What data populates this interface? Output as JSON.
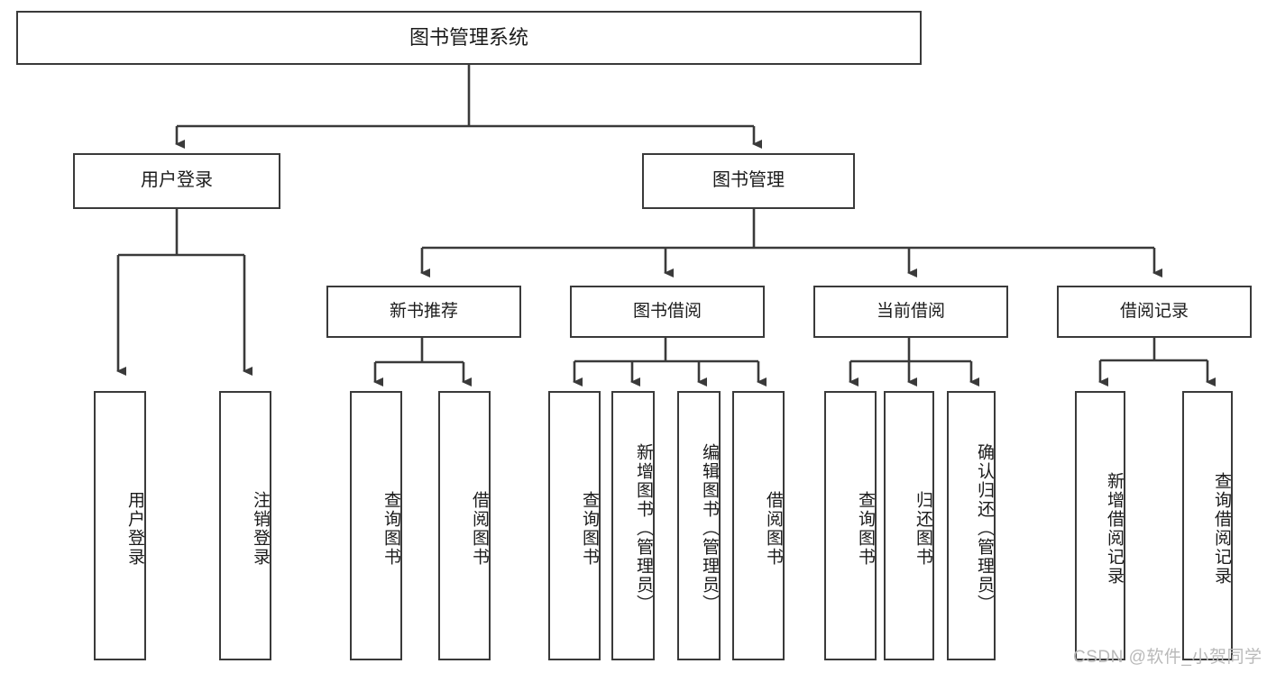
{
  "diagram": {
    "title": "图书管理系统",
    "type": "hierarchy-tree",
    "root": {
      "label": "图书管理系统"
    },
    "level1": [
      {
        "label": "用户登录"
      },
      {
        "label": "图书管理"
      }
    ],
    "level2": [
      {
        "label": "新书推荐"
      },
      {
        "label": "图书借阅"
      },
      {
        "label": "当前借阅"
      },
      {
        "label": "借阅记录"
      }
    ],
    "leaves": {
      "user_login": [
        {
          "label": "用户登录"
        },
        {
          "label": "注销登录"
        }
      ],
      "new_book_recommend": [
        {
          "label": "查询图书"
        },
        {
          "label": "借阅图书"
        }
      ],
      "book_borrow": [
        {
          "label": "查询图书"
        },
        {
          "label": "新增图书（管理员）"
        },
        {
          "label": "编辑图书（管理员）"
        },
        {
          "label": "借阅图书"
        }
      ],
      "current_borrow": [
        {
          "label": "查询图书"
        },
        {
          "label": "归还图书"
        },
        {
          "label": "确认归还（管理员）"
        }
      ],
      "borrow_record": [
        {
          "label": "新增借阅记录"
        },
        {
          "label": "查询借阅记录"
        }
      ]
    }
  },
  "watermark": {
    "text": "CSDN @软件_小贺同学"
  },
  "colors": {
    "stroke": "#3a3a3a",
    "fill": "#ffffff",
    "text": "#1b1b1b",
    "watermark": "#b9b9b9"
  }
}
